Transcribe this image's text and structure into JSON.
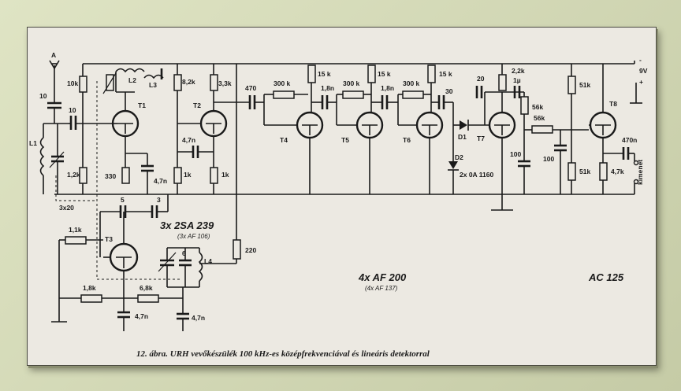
{
  "caption": "12. ábra. URH vevőkészülék 100 kHz-es középfrekvenciával és lineáris detektorral",
  "antenna_label": "A",
  "transistors": [
    "T1",
    "T2",
    "T3",
    "T4",
    "T5",
    "T6",
    "T7",
    "T8"
  ],
  "rf_transistor_types": {
    "main": "3x 2SA 239",
    "alt": "(3x AF 106)"
  },
  "if_transistor_types": {
    "main": "4x AF 200",
    "alt": "(4x AF 137)"
  },
  "output_transistor": "AC 125",
  "diodes": {
    "d1": "D1",
    "d2": "D2",
    "d2_type": "2x 0A 1160"
  },
  "coils": [
    "L1",
    "L2",
    "L3",
    "L4"
  ],
  "ganged_cap_label": "3x20",
  "supply": {
    "voltage": "9V",
    "minus": "-",
    "plus": "+"
  },
  "output_label": "kimenet",
  "component_values": {
    "c_ant": "10",
    "c_in": "10",
    "r_10k": "10k",
    "r_1_2k": "1,2k",
    "r_330": "330",
    "c_4_7n_a": "4,7n",
    "r_8_2k": "8,2k",
    "c_4_7n_b": "4,7n",
    "r_1k_a": "1k",
    "r_3_3k": "3,3k",
    "r_1k_b": "1k",
    "c_470": "470",
    "r_300k_a": "300 k",
    "r_15k_a": "15 k",
    "c_1_8n_a": "1,8n",
    "r_300k_b": "300 k",
    "r_15k_b": "15 k",
    "c_1_8n_b": "1,8n",
    "r_300k_c": "300 k",
    "r_15k_c": "15 k",
    "c_30": "30",
    "c_20": "20",
    "r_2_2k": "2,2k",
    "c_1u": "1µ",
    "r_56k_a": "56k",
    "r_56k_b": "56k",
    "c_100_a": "100",
    "c_100_b": "100",
    "r_51k_a": "51k",
    "r_51k_b": "51k",
    "r_4_7k": "4,7k",
    "c_470n": "470n",
    "c_5": "5",
    "c_3": "3",
    "r_1_1k": "1,1k",
    "c_6": "6",
    "r_220": "220",
    "r_1_8k": "1,8k",
    "r_6_8k": "6,8k",
    "c_4_7n_c": "4,7n",
    "c_4_7n_d": "4,7n"
  }
}
